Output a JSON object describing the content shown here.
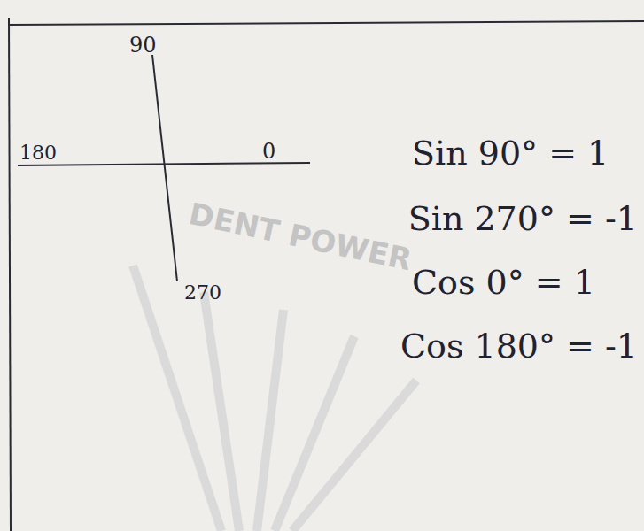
{
  "diagram": {
    "labels": [
      "90",
      "180",
      "0",
      "270",
      "Sin 90° = 1",
      "Sin 270° = -1",
      "Cos 0° = 1",
      "Cos 180° = -1",
      "DENT POWER"
    ]
  }
}
